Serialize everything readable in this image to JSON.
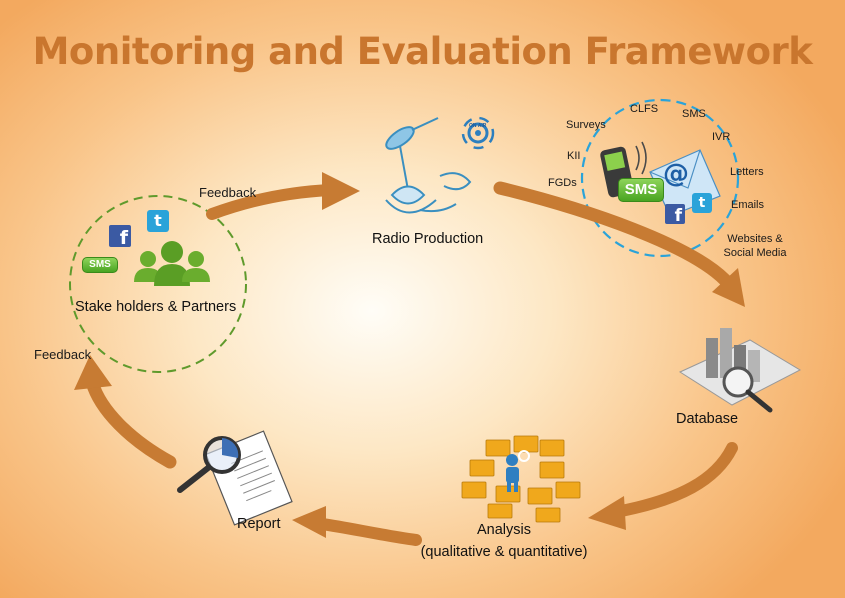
{
  "title": "Monitoring and Evaluation Framework",
  "nodes": {
    "radio_production": "Radio Production",
    "stakeholders": "Stake holders & Partners",
    "database": "Database",
    "analysis_line1": "Analysis",
    "analysis_line2": "(qualitative & quantitative)",
    "report": "Report"
  },
  "edges": {
    "feedback_top": "Feedback",
    "feedback_left": "Feedback"
  },
  "channels": [
    "Surveys",
    "CLFS",
    "SMS",
    "IVR",
    "KII",
    "Letters",
    "FGDs",
    "Emails",
    "Websites &",
    "Social Media"
  ],
  "badges": {
    "sms": "SMS",
    "on_air": "ON AIR",
    "email": "@"
  },
  "colors": {
    "arrow": "#c77b33",
    "title": "#c9762e",
    "stakeholder_circle": "#5f9a2c",
    "channels_circle": "#2aa3d9"
  }
}
